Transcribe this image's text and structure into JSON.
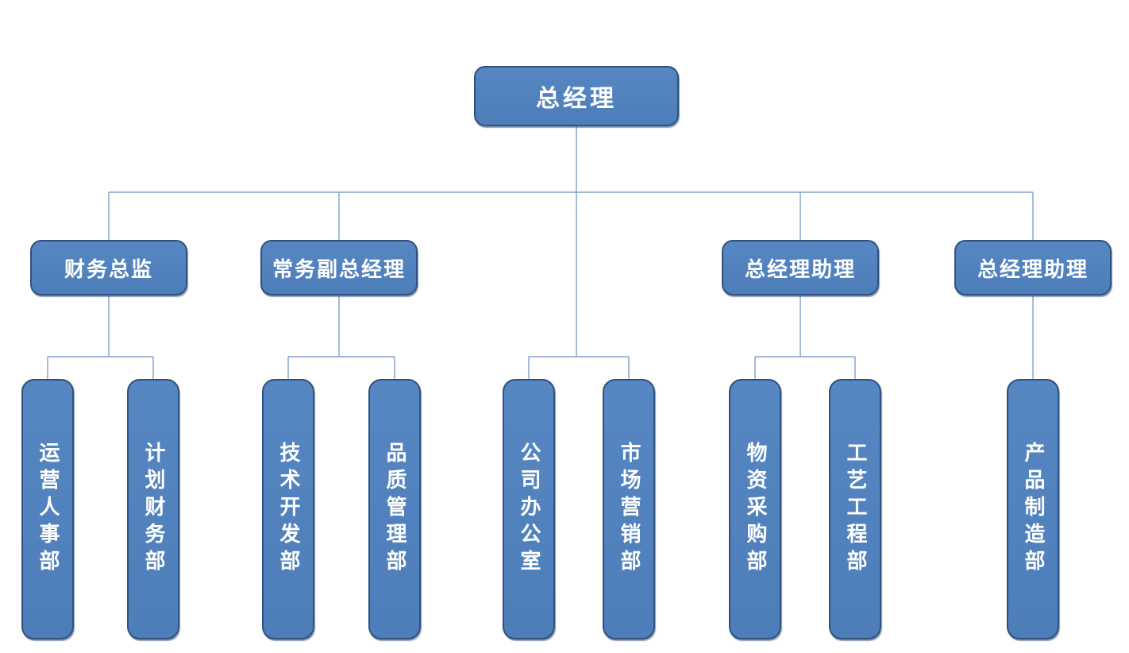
{
  "colors": {
    "background": "#ffffff",
    "node_fill": "#4d7eb9",
    "node_fill_top": "#5787c3",
    "node_border": "#2f517d",
    "connector": "#7da0cc",
    "node_text": "#ffffff"
  },
  "org_chart": {
    "type": "org-chart",
    "root": {
      "label": "总经理"
    },
    "level2": [
      {
        "label": "财务总监",
        "reports_to": "总经理"
      },
      {
        "label": "常务副总经理",
        "reports_to": "总经理"
      },
      {
        "label": "总经理助理",
        "reports_to": "总经理"
      },
      {
        "label": "总经理助理",
        "reports_to": "总经理"
      }
    ],
    "departments": [
      {
        "label": "运营人事部",
        "reports_to": "财务总监"
      },
      {
        "label": "计划财务部",
        "reports_to": "财务总监"
      },
      {
        "label": "技术开发部",
        "reports_to": "常务副总经理"
      },
      {
        "label": "品质管理部",
        "reports_to": "常务副总经理"
      },
      {
        "label": "公司办公室",
        "reports_to": "总经理"
      },
      {
        "label": "市场营销部",
        "reports_to": "总经理"
      },
      {
        "label": "物资采购部",
        "reports_to": "总经理助理"
      },
      {
        "label": "工艺工程部",
        "reports_to": "总经理助理"
      },
      {
        "label": "产品制造部",
        "reports_to": "总经理助理"
      }
    ]
  }
}
